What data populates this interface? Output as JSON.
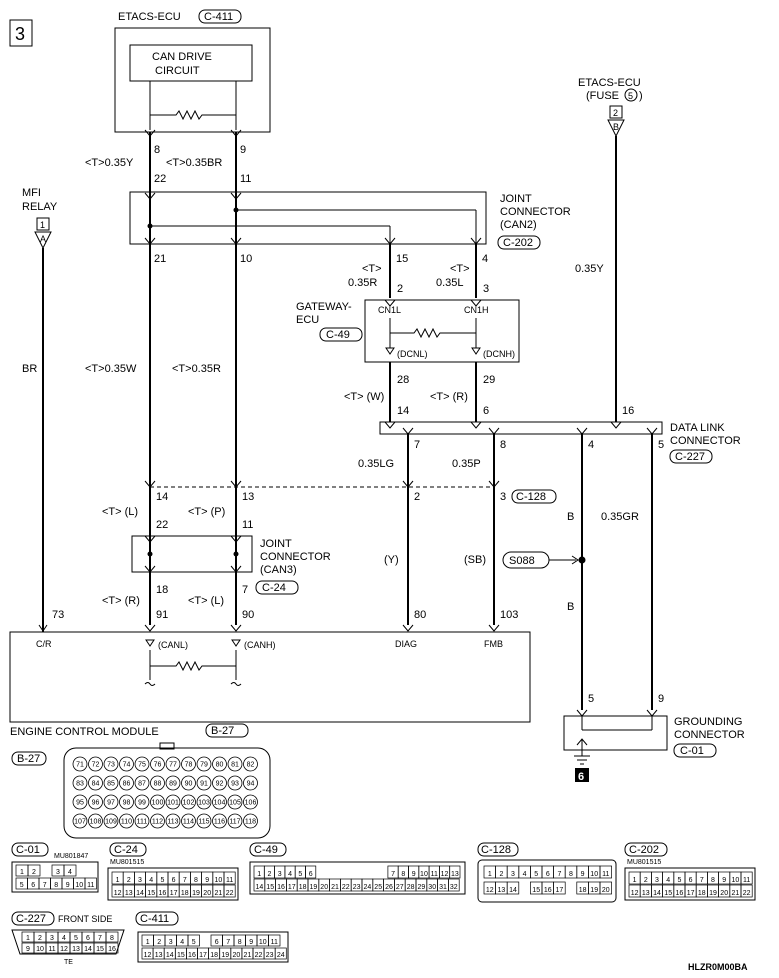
{
  "page_number": "3",
  "diagram_code": "HLZR0M00BA",
  "top_ecu": {
    "name": "ETACS-ECU",
    "connector": "C-411",
    "circuit_line1": "CAN DRIVE",
    "circuit_line2": "CIRCUIT",
    "pins": [
      "8",
      "9"
    ]
  },
  "fuse_source": {
    "line1": "ETACS-ECU",
    "line2": "(FUSE",
    "fuse_no": "5",
    "close": ")",
    "term_num": "2",
    "term_letter": "B"
  },
  "mfi_relay": {
    "line1": "MFI",
    "line2": "RELAY",
    "term_num": "1",
    "term_letter": "A"
  },
  "joint_can2": {
    "line1": "JOINT",
    "line2": "CONNECTOR",
    "line3": "(CAN2)",
    "connector": "C-202",
    "pins": [
      "22",
      "11",
      "21",
      "10",
      "15",
      "4"
    ]
  },
  "gateway": {
    "line1": "GATEWAY-",
    "line2": "ECU",
    "connector": "C-49",
    "cn1l": "CN1L",
    "cn1h": "CN1H",
    "dcnl": "(DCNL)",
    "dcnh": "(DCNH)",
    "pins": [
      "2",
      "3",
      "28",
      "29"
    ]
  },
  "data_link": {
    "line1": "DATA LINK",
    "line2": "CONNECTOR",
    "connector": "C-227",
    "pins": [
      "14",
      "6",
      "16",
      "7",
      "8",
      "4",
      "5"
    ]
  },
  "joint_can3": {
    "line1": "JOINT",
    "line2": "CONNECTOR",
    "line3": "(CAN3)",
    "connector": "C-24",
    "pins": [
      "14",
      "13",
      "22",
      "11",
      "18",
      "7"
    ]
  },
  "c128": {
    "connector": "C-128",
    "pins": [
      "2",
      "3"
    ]
  },
  "splice": "S088",
  "ecm": {
    "title": "ENGINE CONTROL MODULE",
    "connector": "B-27",
    "cr": "C/R",
    "canl": "(CANL)",
    "canh": "(CANH)",
    "diag": "DIAG",
    "fmb": "FMB",
    "pins": [
      "73",
      "91",
      "90",
      "80",
      "103"
    ]
  },
  "grounding": {
    "line1": "GROUNDING",
    "line2": "CONNECTOR",
    "connector": "C-01",
    "pins": [
      "5",
      "9"
    ],
    "ground_point": "6"
  },
  "wire_labels": {
    "w8": "<T>0.35Y",
    "w9": "<T>0.35BR",
    "t15": "<T>",
    "w15": "0.35R",
    "t4": "<T>",
    "w4": "0.35L",
    "fuse_wire": "0.35Y",
    "mfi_wire": "BR",
    "w21": "<T>0.35W",
    "w10": "<T>0.35R",
    "w28": "<T> (W)",
    "w29": "<T> (R)",
    "w7": "0.35LG",
    "w8b": "0.35P",
    "w4b": "B",
    "w5b": "0.35GR",
    "j14": "<T> (L)",
    "j13": "<T> (P)",
    "y": "(Y)",
    "sb": "(SB)",
    "s088b": "B",
    "j18": "<T> (R)",
    "j7": "<T> (L)"
  },
  "connector_views": {
    "b27": {
      "label": "B-27",
      "pins": [
        "71",
        "72",
        "73",
        "74",
        "75",
        "76",
        "77",
        "78",
        "79",
        "80",
        "81",
        "82",
        "83",
        "84",
        "85",
        "86",
        "87",
        "88",
        "89",
        "90",
        "91",
        "92",
        "93",
        "94",
        "95",
        "96",
        "97",
        "98",
        "99",
        "100",
        "101",
        "102",
        "103",
        "104",
        "105",
        "106",
        "107",
        "108",
        "109",
        "110",
        "111",
        "112",
        "113",
        "114",
        "115",
        "116",
        "117",
        "118"
      ]
    },
    "c01": {
      "label": "C-01",
      "part": "MU801847",
      "row1": [
        "1",
        "2",
        "",
        "3",
        "4"
      ],
      "row2": [
        "5",
        "6",
        "7",
        "8",
        "9",
        "10",
        "11"
      ]
    },
    "c24": {
      "label": "C-24",
      "part": "MU801515",
      "row1": [
        "1",
        "2",
        "3",
        "4",
        "5",
        "6",
        "7",
        "8",
        "9",
        "10",
        "11"
      ],
      "row2": [
        "12",
        "13",
        "14",
        "15",
        "16",
        "17",
        "18",
        "19",
        "20",
        "21",
        "22"
      ]
    },
    "c49": {
      "label": "C-49",
      "row1": [
        "1",
        "2",
        "3",
        "4",
        "5",
        "6",
        "",
        "",
        "",
        "",
        "",
        "",
        "",
        "7",
        "8",
        "9",
        "10",
        "11",
        "12",
        "13"
      ],
      "row2": [
        "14",
        "15",
        "16",
        "17",
        "18",
        "19",
        "20",
        "21",
        "22",
        "23",
        "24",
        "25",
        "26",
        "27",
        "28",
        "29",
        "30",
        "31",
        "32"
      ]
    },
    "c128": {
      "label": "C-128",
      "row1": [
        "1",
        "2",
        "3",
        "4",
        "5",
        "6",
        "7",
        "8",
        "9",
        "10",
        "11"
      ],
      "row2": [
        "12",
        "13",
        "14",
        "",
        "15",
        "16",
        "17",
        "",
        "18",
        "19",
        "20"
      ]
    },
    "c202": {
      "label": "C-202",
      "part": "MU801515",
      "row1": [
        "1",
        "2",
        "3",
        "4",
        "5",
        "6",
        "7",
        "8",
        "9",
        "10",
        "11"
      ],
      "row2": [
        "12",
        "13",
        "14",
        "15",
        "16",
        "17",
        "18",
        "19",
        "20",
        "21",
        "22"
      ]
    },
    "c227": {
      "label": "C-227",
      "side": "FRONT SIDE",
      "row1": [
        "1",
        "2",
        "3",
        "4",
        "5",
        "6",
        "7",
        "8"
      ],
      "row2": [
        "9",
        "10",
        "11",
        "12",
        "13",
        "14",
        "15",
        "16"
      ],
      "tab": "TE"
    },
    "c411": {
      "label": "C-411",
      "row1": [
        "1",
        "2",
        "3",
        "4",
        "5",
        "",
        "6",
        "7",
        "8",
        "9",
        "10",
        "11"
      ],
      "row2": [
        "12",
        "13",
        "14",
        "15",
        "16",
        "17",
        "18",
        "19",
        "20",
        "21",
        "22",
        "23",
        "24"
      ]
    }
  }
}
